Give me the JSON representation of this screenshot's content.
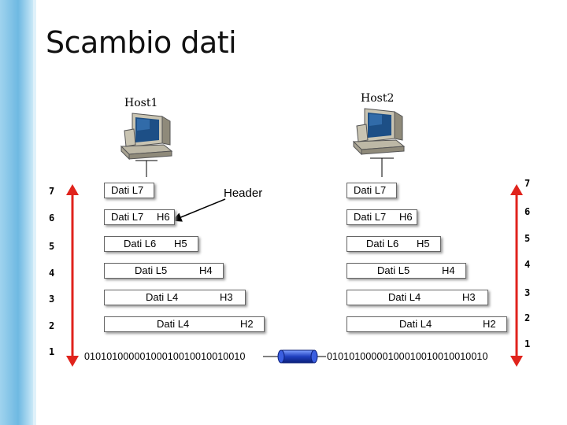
{
  "title": "Scambio dati",
  "host1_label": "Host1",
  "host2_label": "Host2",
  "header_annotation": "Header",
  "colors": {
    "arrow_red": "#e0231c",
    "cable_blue": "#1f3fbf",
    "sidebar": "#6fb9e2"
  },
  "icons": {
    "host": "computer-icon",
    "cable": "cable-icon",
    "arrow": "red-double-arrow-icon"
  },
  "layers_left": [
    "7",
    "6",
    "5",
    "4",
    "3",
    "2",
    "1"
  ],
  "layers_right": [
    "7",
    "6",
    "5",
    "4",
    "3",
    "2",
    "1"
  ],
  "rows": [
    {
      "layer": "7",
      "data": "Dati L7",
      "header": ""
    },
    {
      "layer": "6",
      "data": "Dati L7",
      "header": "H6"
    },
    {
      "layer": "5",
      "data": "Dati L6",
      "header": "H5"
    },
    {
      "layer": "4",
      "data": "Dati L5",
      "header": "H4"
    },
    {
      "layer": "3",
      "data": "Dati L4",
      "header": "H3"
    },
    {
      "layer": "2",
      "data": "Dati L4",
      "header": "H2"
    }
  ],
  "bitstream_left": "01010100000100010010010010010",
  "bitstream_right": "01010100000100010010010010010"
}
